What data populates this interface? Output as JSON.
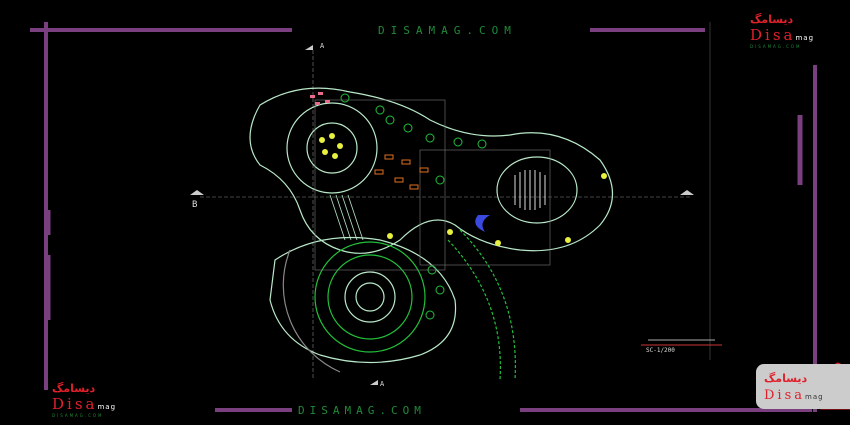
{
  "watermark_top": "DISAMAG.COM",
  "watermark_bottom": "DISAMAG.COM",
  "logo": {
    "persian": "دیسامگ",
    "name": "Disa",
    "suffix": "mag",
    "url": "DISAMAG.COM"
  },
  "section_markers": {
    "top": "A",
    "bottom": "A",
    "left": "B"
  },
  "scale_label": "SC-1/200",
  "colors": {
    "frame": "#7a3f7e",
    "wall": "#b8e8c8",
    "green": "#22c03a",
    "accent": "#e0202a"
  }
}
